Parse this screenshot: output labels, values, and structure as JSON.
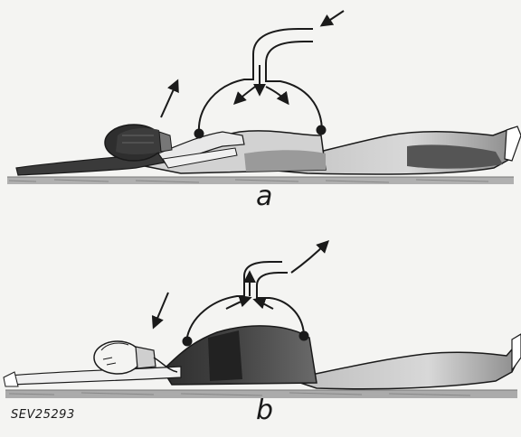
{
  "panels": [
    {
      "label": "a"
    },
    {
      "label": "b"
    }
  ],
  "reference_code": "SEV25293",
  "colors": {
    "ink": "#1a1a1a",
    "paper": "#f4f4f2",
    "shade_dark": "#3a3a3a",
    "shade_mid": "#8a8a8a",
    "floor": "#9a9a9a"
  }
}
